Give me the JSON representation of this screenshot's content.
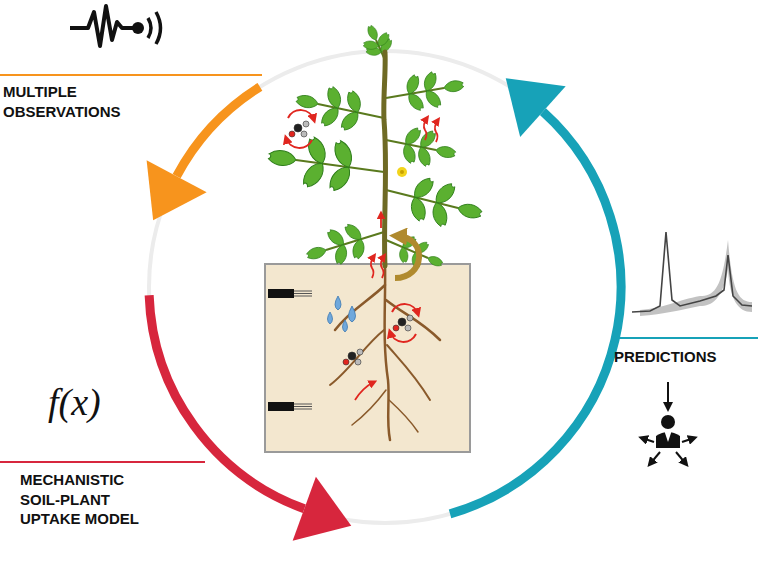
{
  "diagram": {
    "labels": [
      "MULTIPLE OBSERVATIONS",
      "f(x)",
      "MECHANISTIC SOIL-PLANT UPTAKE MODEL",
      "PREDICTIONS"
    ]
  }
}
